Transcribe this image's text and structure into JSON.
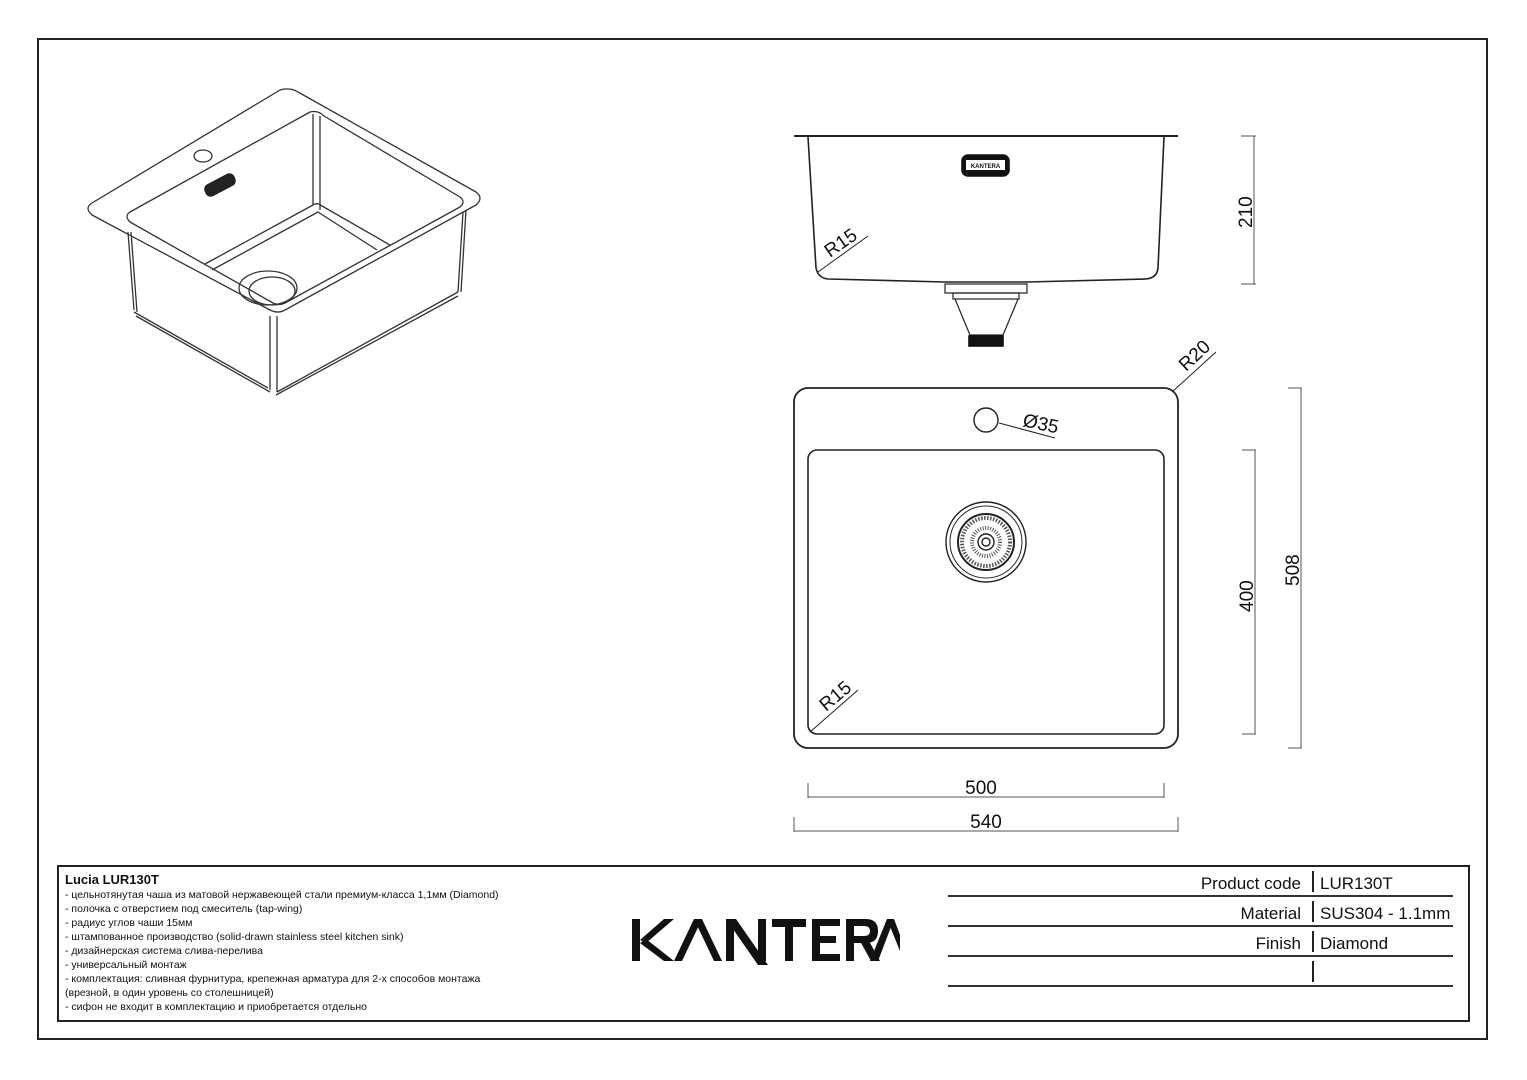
{
  "drawing": {
    "brand_label_small": "KANTERA",
    "side_view": {
      "radius_label": "R15",
      "height_label": "210"
    },
    "top_view": {
      "corner_radius_label": "R20",
      "tap_hole_label": "Ø35",
      "inner_radius_label": "R15",
      "bowl_depth_label": "400",
      "overall_depth_label": "508",
      "bowl_width_label": "500",
      "overall_width_label": "540"
    }
  },
  "title_block": {
    "product_title": "Lucia LUR130T",
    "description_lines": [
      "- цельнотянутая чаша из матовой нержавеющей стали премиум-класса 1,1мм (Diamond)",
      "- полочка с отверстием под смеситель (tap-wing)",
      "- радиус углов чаши 15мм",
      "- штампованное производство (solid-drawn stainless steel kitchen sink)",
      "- дизайнерская система слива-перелива",
      "- универсальный монтаж",
      "- комплектация: сливная фурнитура, крепежная арматура для 2-х способов монтажа",
      "(врезной, в один уровень со столешницей)",
      "- сифон не входит в комплектацию и приобретается отдельно"
    ],
    "logo_text": "KANTERA",
    "specs": [
      {
        "label": "Product code",
        "value": "LUR130T"
      },
      {
        "label": "Material",
        "value": "SUS304 - 1.1mm"
      },
      {
        "label": "Finish",
        "value": "Diamond"
      },
      {
        "label": "",
        "value": ""
      }
    ]
  },
  "colors": {
    "line": "#222222",
    "background": "#ffffff"
  }
}
